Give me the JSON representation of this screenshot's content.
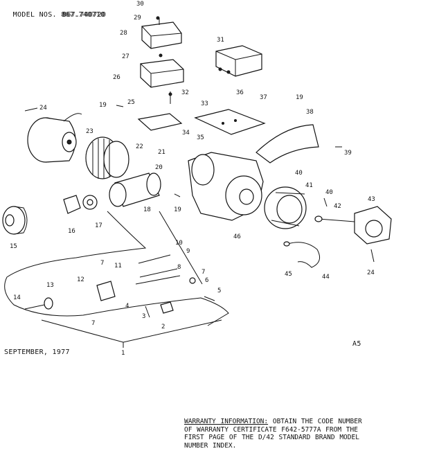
{
  "header": {
    "model_label": "MODEL NOS.",
    "model_1": "867.740710",
    "model_2": "867.740720"
  },
  "date": "SEPTEMBER, 1977",
  "page_code": "A5",
  "warranty": {
    "heading": "WARRANTY INFORMATION:",
    "line1": "OBTAIN THE CODE NUMBER",
    "line2": "OF WARRANTY CERTIFICATE F642-5777A FROM THE",
    "line3": "FIRST PAGE OF THE D/42 STANDARD BRAND MODEL",
    "line4": "NUMBER INDEX."
  },
  "callouts": {
    "c1": "1",
    "c2": "2",
    "c3": "3",
    "c4": "4",
    "c5": "5",
    "c6": "6",
    "c7": "7",
    "c8": "8",
    "c9": "9",
    "c10": "10",
    "c11": "11",
    "c12": "12",
    "c13": "13",
    "c14": "14",
    "c15": "15",
    "c16": "16",
    "c17": "17",
    "c18": "18",
    "c19": "19",
    "c20": "20",
    "c21": "21",
    "c22": "22",
    "c23": "23",
    "c24": "24",
    "c25": "25",
    "c26": "26",
    "c27": "27",
    "c28": "28",
    "c29": "29",
    "c30": "30",
    "c31": "31",
    "c32": "32",
    "c33": "33",
    "c34": "34",
    "c35": "35",
    "c36": "36",
    "c37": "37",
    "c38": "38",
    "c39": "39",
    "c40": "40",
    "c41": "41",
    "c42": "42",
    "c43": "43",
    "c44": "44",
    "c45": "45",
    "c46": "46"
  }
}
